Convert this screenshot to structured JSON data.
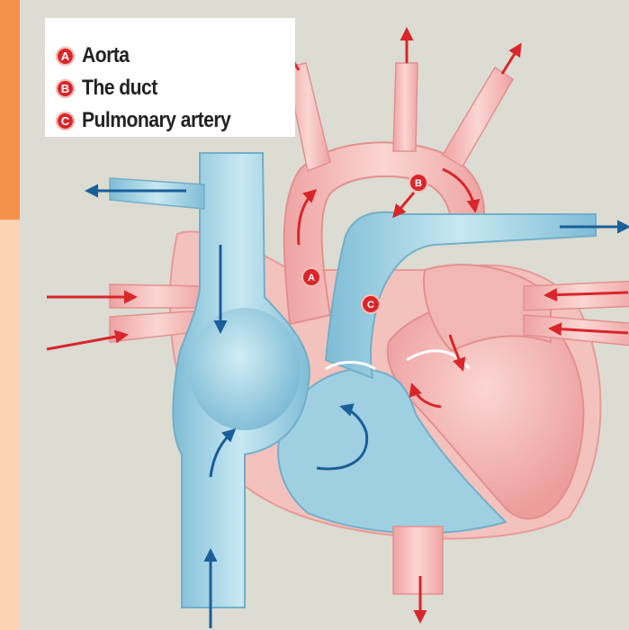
{
  "legend": [
    {
      "letter": "A",
      "label": "Aorta"
    },
    {
      "letter": "B",
      "label": "The duct"
    },
    {
      "letter": "C",
      "label": "Pulmonary artery"
    }
  ],
  "diagram_badges": [
    "A",
    "B",
    "C"
  ],
  "colors": {
    "oxygenated": "#f4b0ad",
    "deoxygenated": "#9fd0e2",
    "arrow_red": "#d8262b",
    "arrow_blue": "#1a5e9a",
    "badge_red": "#d8262b",
    "background": "#dcdcd2",
    "accent_orange": "#f7904a",
    "accent_peach": "#fbd3b4"
  }
}
